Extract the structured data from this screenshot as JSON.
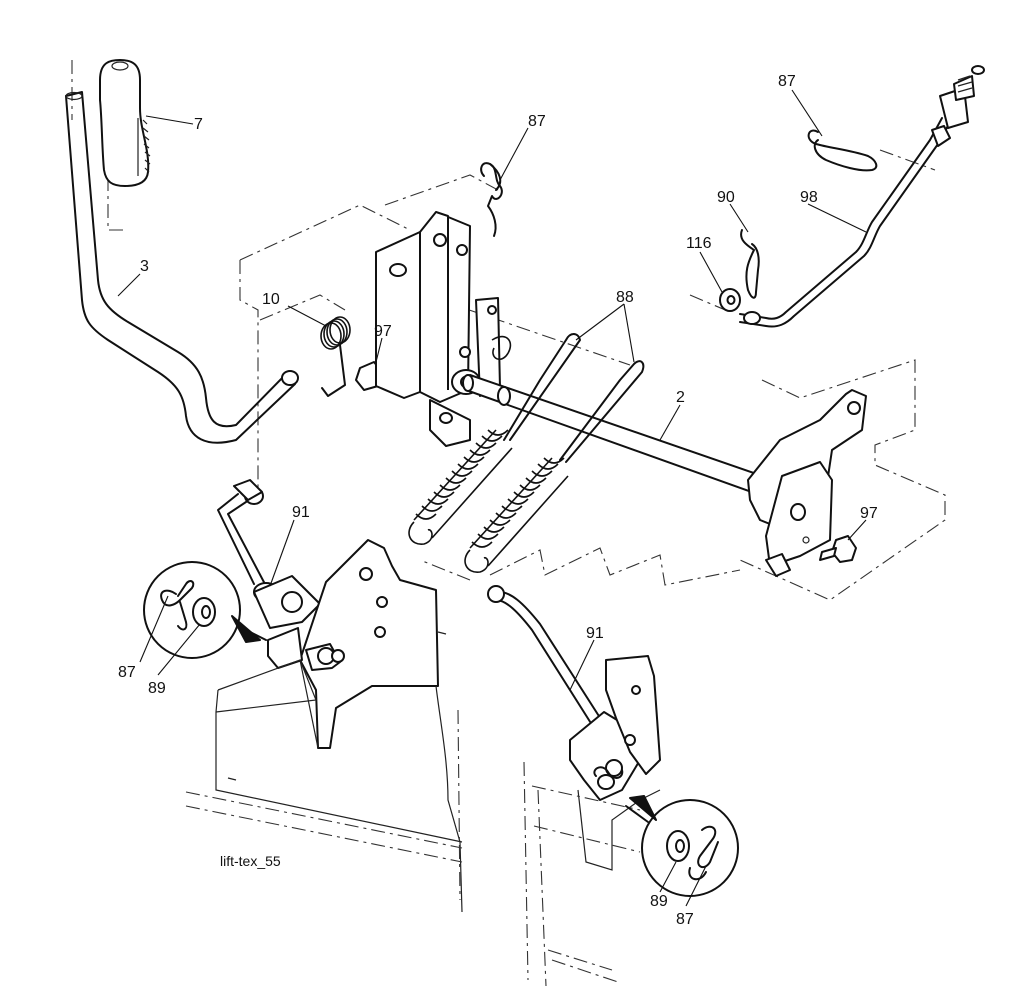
{
  "diagram": {
    "caption": "lift-tex_55",
    "callouts": {
      "c7": "7",
      "c3": "3",
      "c87_top": "87",
      "c10": "10",
      "c97_left": "97",
      "c88": "88",
      "c87_right": "87",
      "c90": "90",
      "c98": "98",
      "c116": "116",
      "c2": "2",
      "c91_left": "91",
      "c97_right": "97",
      "c87_detail_left": "87",
      "c89_detail_left": "89",
      "c91_right": "91",
      "c89_detail_right": "89",
      "c87_detail_right": "87"
    }
  }
}
